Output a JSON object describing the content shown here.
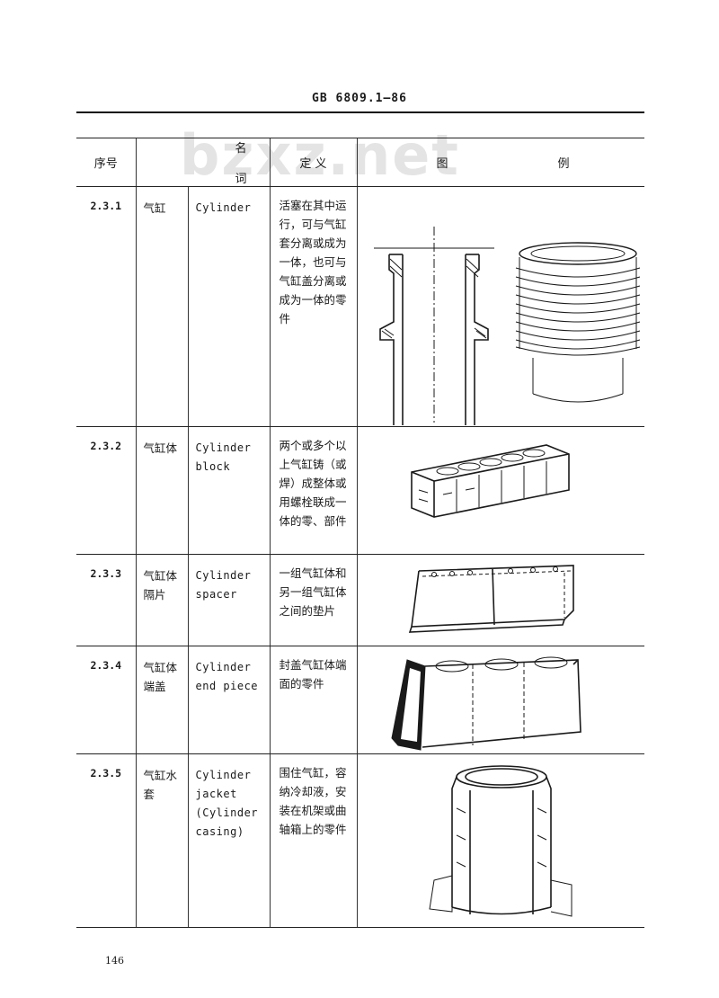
{
  "header": {
    "standard": "GB 6809.1—86"
  },
  "watermark": "bzxz.net",
  "table": {
    "headers": {
      "num": "序号",
      "term_a": "名",
      "term_b": "词",
      "definition": "定 义",
      "figure_a": "图",
      "figure_b": "例"
    },
    "rows": [
      {
        "num": "2.3.1",
        "zh": "气缸",
        "en": "Cylinder",
        "definition": "活塞在其中运行，可与气缸套分离或成为一体，也可与气缸盖分离或成为一体的零件"
      },
      {
        "num": "2.3.2",
        "zh": "气缸体",
        "en": "Cylinder block",
        "definition": "两个或多个以上气缸铸（或焊）成整体或用螺栓联成一体的零、部件"
      },
      {
        "num": "2.3.3",
        "zh": "气缸体隔片",
        "en": "Cylinder spacer",
        "definition": "一组气缸体和另一组气缸体之间的垫片"
      },
      {
        "num": "2.3.4",
        "zh": "气缸体端盖",
        "en": "Cylinder end piece",
        "definition": "封盖气缸体端面的零件"
      },
      {
        "num": "2.3.5",
        "zh": "气缸水套",
        "en": "Cylinder jacket (Cylinder casing)",
        "definition": "围住气缸，容纳冷却液，安装在机架或曲轴箱上的零件"
      }
    ]
  },
  "page_number": "146",
  "icons": [
    "cylinder-section-figure",
    "finned-cylinder-figure",
    "cylinder-block-figure",
    "cylinder-spacer-figure",
    "cylinder-end-piece-figure",
    "cylinder-jacket-figure"
  ]
}
